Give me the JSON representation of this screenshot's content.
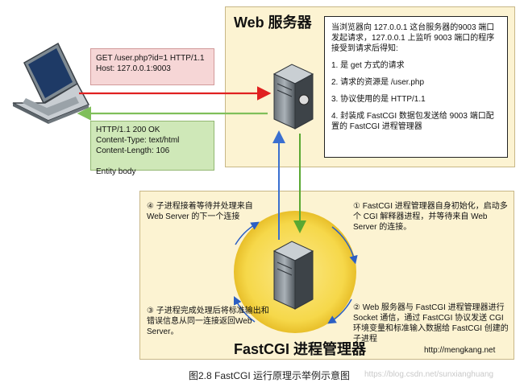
{
  "web_server": {
    "title": "Web 服务器",
    "info_lines": [
      "当浏览器向 127.0.0.1 这台服务器的9003 端口发起请求，127.0.0.1 上监听 9003 端口的程序接受到请求后得知:",
      "1. 是 get 方式的请求",
      "2. 请求的资源是 /user.php",
      "3. 协议使用的是 HTTP/1.1",
      "4. 封装成 FastCGI 数据包发送给 9003 端口配置的 FastCGI 进程管理器"
    ]
  },
  "request": {
    "line1": "GET /user.php?id=1 HTTP/1.1",
    "line2": "Host: 127.0.0.1:9003"
  },
  "response": {
    "line1": "HTTP/1.1 200 OK",
    "line2": "Content-Type: text/html",
    "line3": "Content-Length: 106",
    "line4": "Entity body"
  },
  "fastcgi": {
    "title": "FastCGI 进程管理器",
    "step1": "① FastCGI 进程管理器自身初始化，启动多个 CGI 解释器进程，并等待来自 Web Server 的连接。",
    "step2": "② Web 服务器与 FastCGI 进程管理器进行 Socket 通信，通过 FastCGI 协议发送 CGI 环境变量和标准输入数据给 FastCGI 创建的子进程",
    "step3": "③ 子进程完成处理后将标准输出和错误信息从同一连接返回Web Server。",
    "step4": "④ 子进程接着等待并处理来自 Web Server 的下一个连接",
    "url": "http://mengkang.net"
  },
  "caption": "图2.8 FastCGI 运行原理示举例示意图",
  "watermark": "https://blog.csdn.net/sunxianghuang",
  "colors": {
    "panel_bg": "#fcf3d2",
    "request_bg": "#f6d6d6",
    "response_bg": "#cfe8b8",
    "request_arrow": "#e02020",
    "response_arrow": "#7fbf5a",
    "blue_arrow": "#3a6fd0",
    "green_arrow": "#5aa832",
    "circle_fill": "#f6d84a"
  },
  "icons": [
    "laptop-icon",
    "server-icon"
  ]
}
